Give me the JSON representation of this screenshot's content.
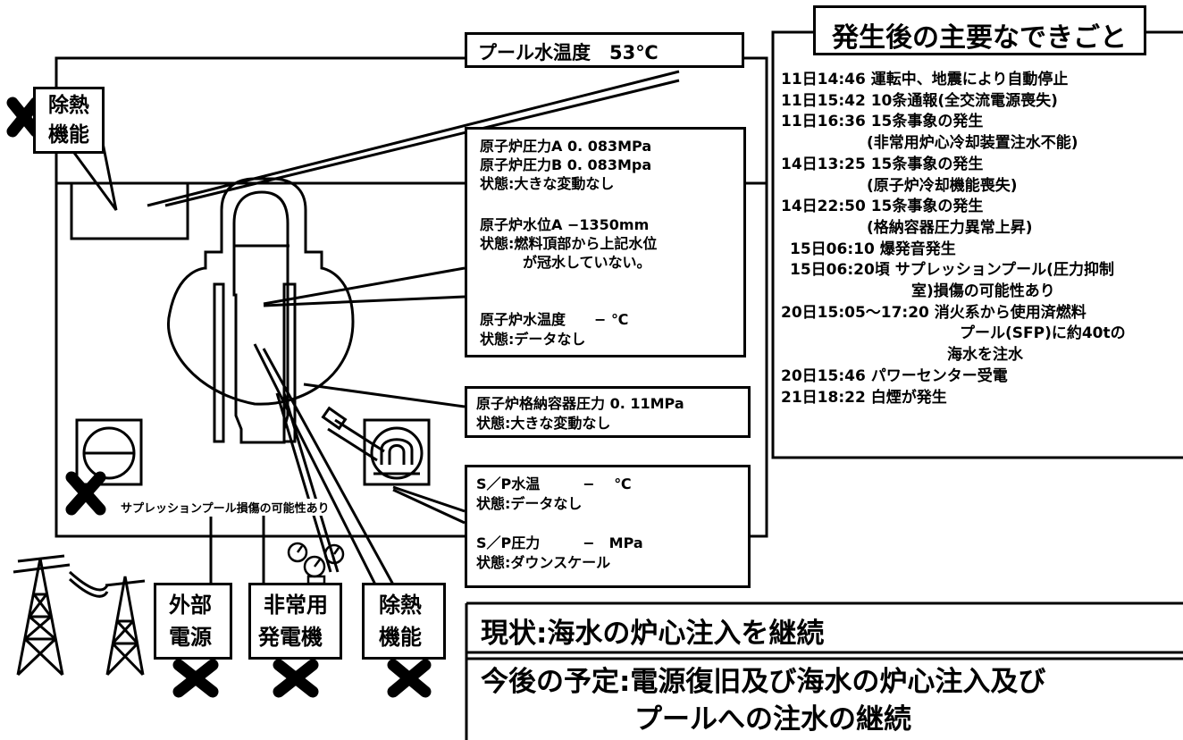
{
  "pool_temp": "プール水温度　53℃",
  "heat_removal_top": [
    "除熱",
    "機能"
  ],
  "reactor_pressure": [
    "原子炉圧力A  0. 083MPa",
    "原子炉圧力B  0. 083Mpa",
    "状態:大きな変動なし",
    "",
    "原子炉水位A  −1350mm",
    "状態:燃料頂部から上記水位",
    "　　　が冠水していない。"
  ],
  "reactor_temp": [
    "原子炉水温度　　−  ℃",
    "状態:データなし"
  ],
  "containment": [
    "原子炉格納容器圧力  0. 11MPa",
    "状態:大きな変動なし"
  ],
  "sp_panel": [
    "S／P水温　　　−　 ℃",
    "状態:データなし",
    "",
    "S／P圧力　　　−　MPa",
    "状態:ダウンスケール"
  ],
  "suppression_note": "サプレッションプール損傷の可能性あり",
  "bottom_boxes": [
    [
      "外部",
      "電源"
    ],
    [
      "非常用",
      "発電機"
    ],
    [
      "除熱",
      "機能"
    ]
  ],
  "timeline_title": "発生後の主要なできごと",
  "timeline": [
    "11日14:46 運転中、地震により自動停止",
    "11日15:42  10条通報(全交流電源喪失)",
    "11日16:36  15条事象の発生",
    "(非常用炉心冷却装置注水不能)",
    "14日13:25  15条事象の発生",
    "(原子炉冷却機能喪失)",
    "14日22:50  15条事象の発生",
    "(格納容器圧力異常上昇)",
    "15日06:10  爆発音発生",
    "15日06:20頃  サプレッションプール(圧力抑制",
    "室)損傷の可能性あり",
    "20日15:05〜17:20  消火系から使用済燃料",
    "プール(SFP)に約40tの",
    "海水を注水",
    "20日15:46  パワーセンター受電",
    "21日18:22 白煙が発生"
  ],
  "status": "現状:海水の炉心注入を継続",
  "plan": [
    "今後の予定:電源復旧及び海水の炉心注入及び",
    "プールへの注水の継続"
  ]
}
